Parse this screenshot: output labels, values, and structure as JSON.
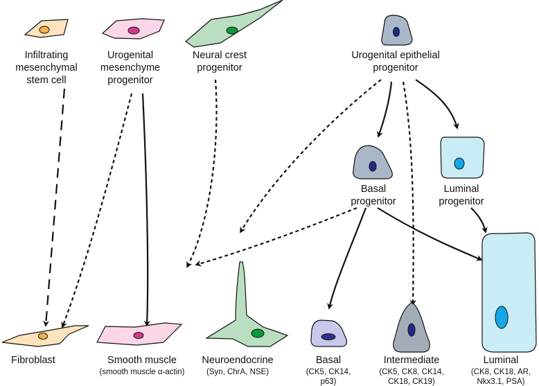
{
  "top_labels": {
    "infiltrating": [
      "Infiltrating",
      "mesenchymal",
      "stem cell"
    ],
    "urogenital_mesenchyme": [
      "Urogenital",
      "mesenchyme",
      "progenitor"
    ],
    "neural_crest": [
      "Neural crest",
      "progenitor"
    ],
    "urogenital_epithelial": [
      "Urogenital epithelial",
      "progenitor"
    ]
  },
  "mid_labels": {
    "basal_progenitor": [
      "Basal",
      "progenitor"
    ],
    "luminal_progenitor": [
      "Luminal",
      "progenitor"
    ]
  },
  "bottom_labels": {
    "fibroblast": {
      "name": "Fibroblast",
      "markers": []
    },
    "smooth_muscle": {
      "name": "Smooth muscle",
      "markers": [
        "(smooth muscle α-actin)"
      ]
    },
    "neuroendocrine": {
      "name": "Neuroendocrine",
      "markers": [
        "(Syn, ChrA, NSE)"
      ]
    },
    "basal": {
      "name": "Basal",
      "markers": [
        "(CK5, CK14,",
        "p63)"
      ]
    },
    "intermediate": {
      "name": "Intermediate",
      "markers": [
        "(CK5, CK8, CK14,",
        "CK18, CK19)"
      ]
    },
    "luminal": {
      "name": "Luminal",
      "markers": [
        "(CK8, CK18, AR,",
        "Nkx3.1, PSA)"
      ]
    }
  },
  "colors": {
    "mesenchymal_cell_fill": "#fde3bd",
    "mesenchymal_nucleus": "#f5b24a",
    "urogenital_mesenchyme_fill": "#fbd6e8",
    "urogenital_mesenchyme_nucleus": "#d3388c",
    "neural_crest_fill": "#b9dfc0",
    "neural_crest_nucleus": "#0a9a3c",
    "epithelial_progenitor_fill": "#a9b7c8",
    "epithelial_nucleus": "#1d2c8a",
    "luminal_progenitor_fill": "#c9ecf6",
    "luminal_nucleus": "#15a6e6",
    "basal_fill": "#c7c8ec",
    "basal_nucleus": "#2e2f8e",
    "intermediate_fill": "#a3adb9",
    "arrow": "#111111"
  }
}
